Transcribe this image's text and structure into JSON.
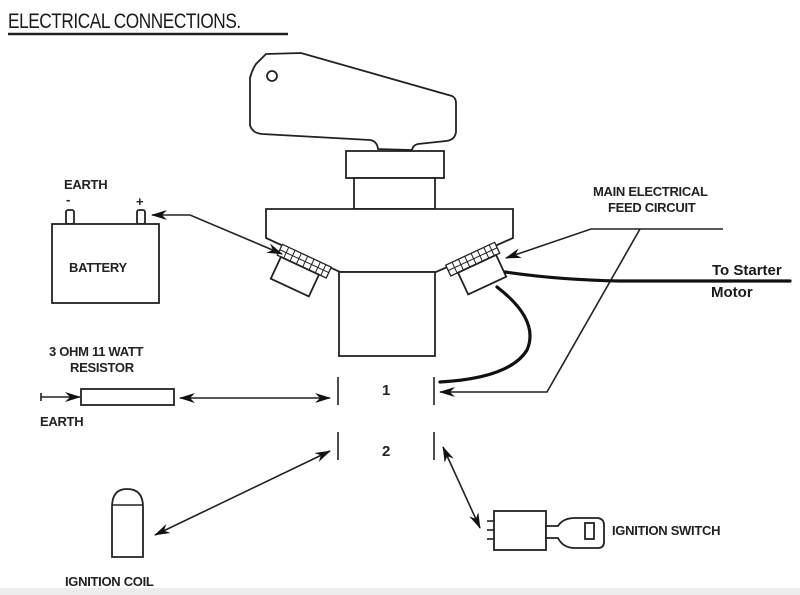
{
  "title": "ELECTRICAL CONNECTIONS.",
  "labels": {
    "battery_earth": "EARTH",
    "battery_minus": "-",
    "battery_plus": "+",
    "battery": "BATTERY",
    "main_feed_line1": "MAIN ELECTRICAL",
    "main_feed_line2": "FEED CIRCUIT",
    "starter_line1": "To Starter",
    "starter_line2": "Motor",
    "resistor_line1": "3 OHM 11 WATT",
    "resistor_line2": "RESISTOR",
    "resistor_earth": "EARTH",
    "terminal_1": "1",
    "terminal_2": "2",
    "ignition_coil": "IGNITION COIL",
    "ignition_switch": "IGNITION SWITCH"
  },
  "colors": {
    "line": "#222222",
    "background": "#ffffff"
  }
}
